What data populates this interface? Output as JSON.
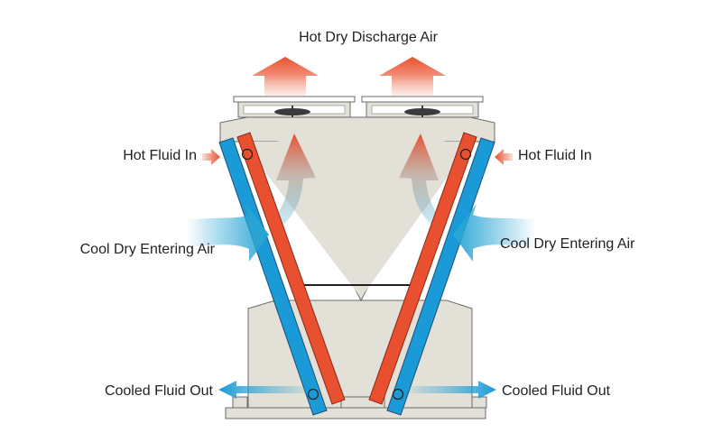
{
  "labels": {
    "top": "Hot Dry Discharge Air",
    "hot_fluid_in_left": "Hot Fluid In",
    "hot_fluid_in_right": "Hot Fluid In",
    "cool_air_left": "Cool Dry Entering Air",
    "cool_air_right": "Cool Dry Entering Air",
    "cooled_fluid_out_left": "Cooled Fluid Out",
    "cooled_fluid_out_right": "Cooled Fluid Out"
  },
  "colors": {
    "hot": "#e8502f",
    "cold": "#1a9ad6",
    "body": "#e2e0d7",
    "outline": "#6b6b6b",
    "air_cool": "#2aa6d4"
  }
}
